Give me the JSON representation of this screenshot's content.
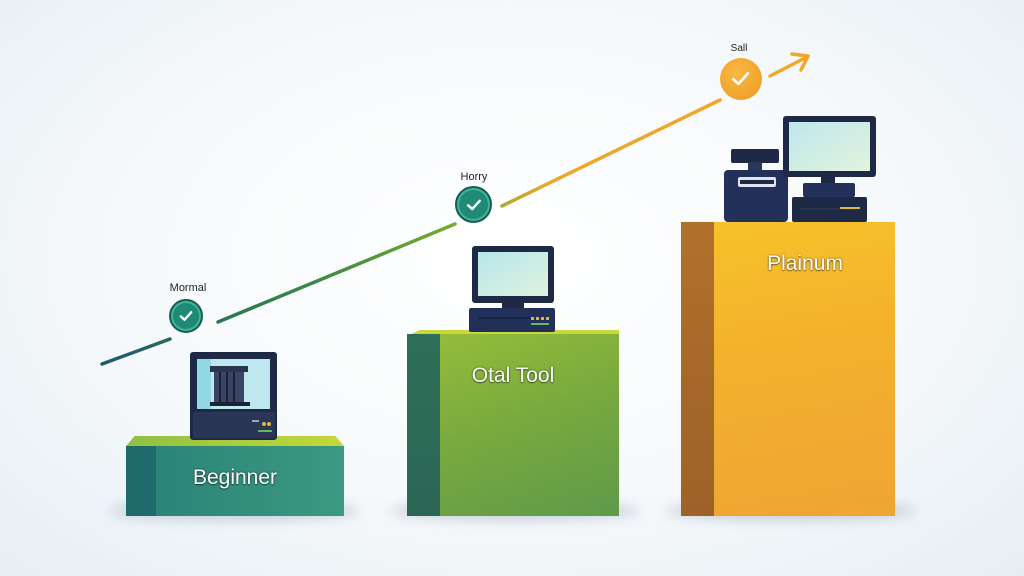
{
  "diagram": {
    "type": "tier-progression",
    "colors": {
      "beginner_front": "#2f8a7c",
      "beginner_top": "#a4c43a",
      "mid_front": "#7fae3c",
      "mid_side": "#2e6b5b",
      "top_front": "#f4b12c",
      "top_side": "#a9692b",
      "line_start": "#1f5a6b",
      "line_mid": "#5a9e2f",
      "line_end": "#f0a92a",
      "check_teal": "#1f8a76",
      "check_orange": "#f0a526",
      "device_dark": "#1e2a45",
      "screen": "#cfeef0"
    },
    "milestones": [
      {
        "label": "Mormal",
        "icon": "check-circle-icon",
        "color": "teal"
      },
      {
        "label": "Horry",
        "icon": "check-circle-icon",
        "color": "teal"
      },
      {
        "label": "Sall",
        "icon": "check-circle-icon",
        "color": "orange"
      }
    ],
    "tiers": [
      {
        "label": "Beginner",
        "device": "3d-printer-icon"
      },
      {
        "label": "Otal Tool",
        "device": "desktop-computer-icon"
      },
      {
        "label": "Plainum",
        "device": "workstation-with-printer-icon"
      }
    ],
    "trend_arrow": "arrow-up-right-icon"
  }
}
